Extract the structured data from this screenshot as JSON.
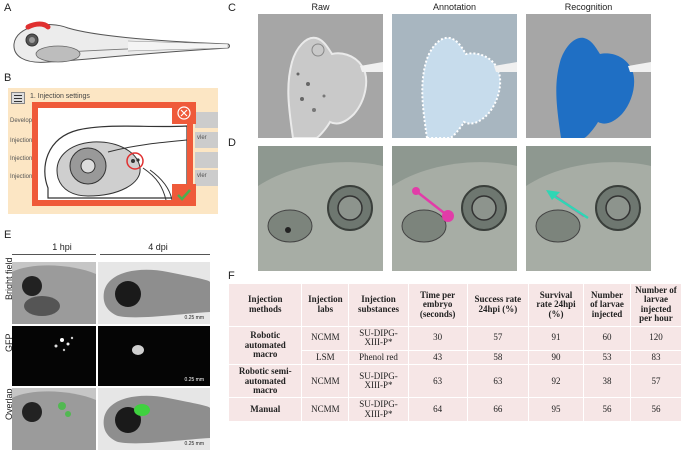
{
  "labels": {
    "A": "A",
    "B": "B",
    "C": "C",
    "D": "D",
    "E": "E",
    "F": "F"
  },
  "panelB": {
    "title": "1. Injection settings",
    "rows": [
      "Develop",
      "Injection",
      "Injection",
      "Injection"
    ],
    "side": [
      "vler",
      "vler"
    ]
  },
  "panelC": {
    "cols": [
      "Raw",
      "Annotation",
      "Recognition"
    ]
  },
  "panelE": {
    "cols": [
      "1 hpi",
      "4 dpi"
    ],
    "rows": [
      "Bright field",
      "GFP",
      "Overlap"
    ],
    "scale": "0.25 mm"
  },
  "table": {
    "headers": [
      "Injection methods",
      "Injection labs",
      "Injection substances",
      "Time per embryo (seconds)",
      "Success rate 24hpi (%)",
      "Survival rate 24hpi (%)",
      "Number of larvae injected",
      "Number of larvae injected per hour"
    ],
    "rows": [
      {
        "method": "Robotic automated macro",
        "lab": "NCMM",
        "substance": "SU-DIPG-XIII-P*",
        "time": "30",
        "success": "57",
        "survival": "91",
        "number": "60",
        "per_hour": "120"
      },
      {
        "method": "",
        "lab": "LSM",
        "substance": "Phenol red",
        "time": "43",
        "success": "58",
        "survival": "90",
        "number": "53",
        "per_hour": "83"
      },
      {
        "method": "Robotic semi-automated macro",
        "lab": "NCMM",
        "substance": "SU-DIPG-XIII-P*",
        "time": "63",
        "success": "63",
        "survival": "92",
        "number": "38",
        "per_hour": "57"
      },
      {
        "method": "Manual",
        "lab": "NCMM",
        "substance": "SU-DIPG-XIII-P*",
        "time": "64",
        "success": "66",
        "survival": "95",
        "number": "56",
        "per_hour": "56"
      }
    ]
  },
  "colors": {
    "accent": "#ef5a3a",
    "panel_bg": "#fce6c4",
    "table_bg": "#f6e6e6",
    "blue": "#1f6fc4"
  }
}
